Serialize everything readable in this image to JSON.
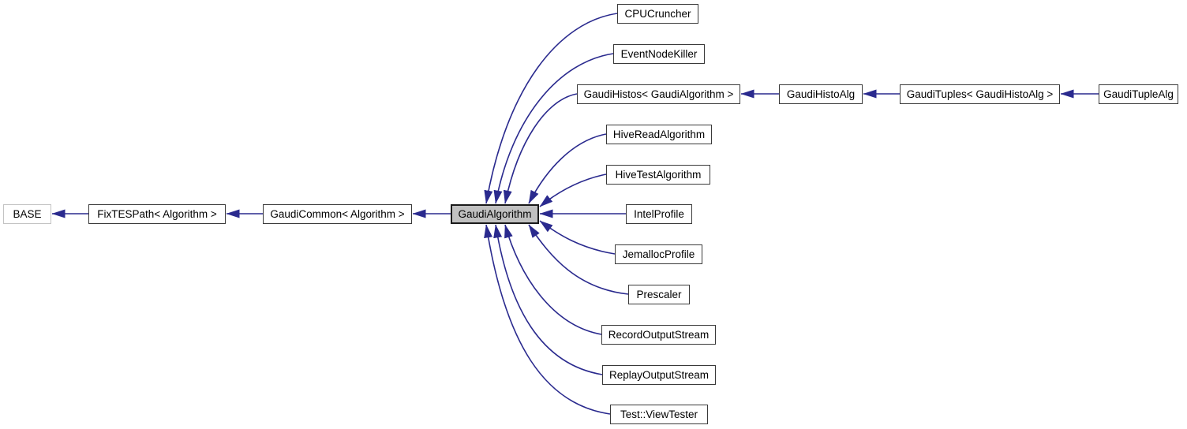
{
  "diagram": {
    "kind": "class-inheritance-graph",
    "selected_class": "GaudiAlgorithm",
    "colors": {
      "edge": "#2a2a8e",
      "node_fill": "#ffffff",
      "node_border": "#3a3a3a",
      "selected_fill": "#c0c0c0",
      "undocumented_border": "#c3c3c3",
      "text": "#000000",
      "background": "#ffffff"
    },
    "nodes": [
      {
        "label": "BASE"
      },
      {
        "label": "FixTESPath< Algorithm >"
      },
      {
        "label": "GaudiCommon< Algorithm >"
      },
      {
        "label": "GaudiAlgorithm"
      },
      {
        "label": "CPUCruncher"
      },
      {
        "label": "EventNodeKiller"
      },
      {
        "label": "GaudiHistos< GaudiAlgorithm >"
      },
      {
        "label": "HiveReadAlgorithm"
      },
      {
        "label": "HiveTestAlgorithm"
      },
      {
        "label": "IntelProfile"
      },
      {
        "label": "JemallocProfile"
      },
      {
        "label": "Prescaler"
      },
      {
        "label": "RecordOutputStream"
      },
      {
        "label": "ReplayOutputStream"
      },
      {
        "label": "Test::ViewTester"
      },
      {
        "label": "GaudiHistoAlg"
      },
      {
        "label": "GaudiTuples< GaudiHistoAlg >"
      },
      {
        "label": "GaudiTupleAlg"
      }
    ],
    "edges": [
      {
        "from": "FixTESPath< Algorithm >",
        "to": "BASE"
      },
      {
        "from": "GaudiCommon< Algorithm >",
        "to": "FixTESPath< Algorithm >"
      },
      {
        "from": "GaudiAlgorithm",
        "to": "GaudiCommon< Algorithm >"
      },
      {
        "from": "CPUCruncher",
        "to": "GaudiAlgorithm"
      },
      {
        "from": "EventNodeKiller",
        "to": "GaudiAlgorithm"
      },
      {
        "from": "GaudiHistos< GaudiAlgorithm >",
        "to": "GaudiAlgorithm"
      },
      {
        "from": "HiveReadAlgorithm",
        "to": "GaudiAlgorithm"
      },
      {
        "from": "HiveTestAlgorithm",
        "to": "GaudiAlgorithm"
      },
      {
        "from": "IntelProfile",
        "to": "GaudiAlgorithm"
      },
      {
        "from": "JemallocProfile",
        "to": "GaudiAlgorithm"
      },
      {
        "from": "Prescaler",
        "to": "GaudiAlgorithm"
      },
      {
        "from": "RecordOutputStream",
        "to": "GaudiAlgorithm"
      },
      {
        "from": "ReplayOutputStream",
        "to": "GaudiAlgorithm"
      },
      {
        "from": "Test::ViewTester",
        "to": "GaudiAlgorithm"
      },
      {
        "from": "GaudiHistoAlg",
        "to": "GaudiHistos< GaudiAlgorithm >"
      },
      {
        "from": "GaudiTuples< GaudiHistoAlg >",
        "to": "GaudiHistoAlg"
      },
      {
        "from": "GaudiTupleAlg",
        "to": "GaudiTuples< GaudiHistoAlg >"
      }
    ]
  }
}
